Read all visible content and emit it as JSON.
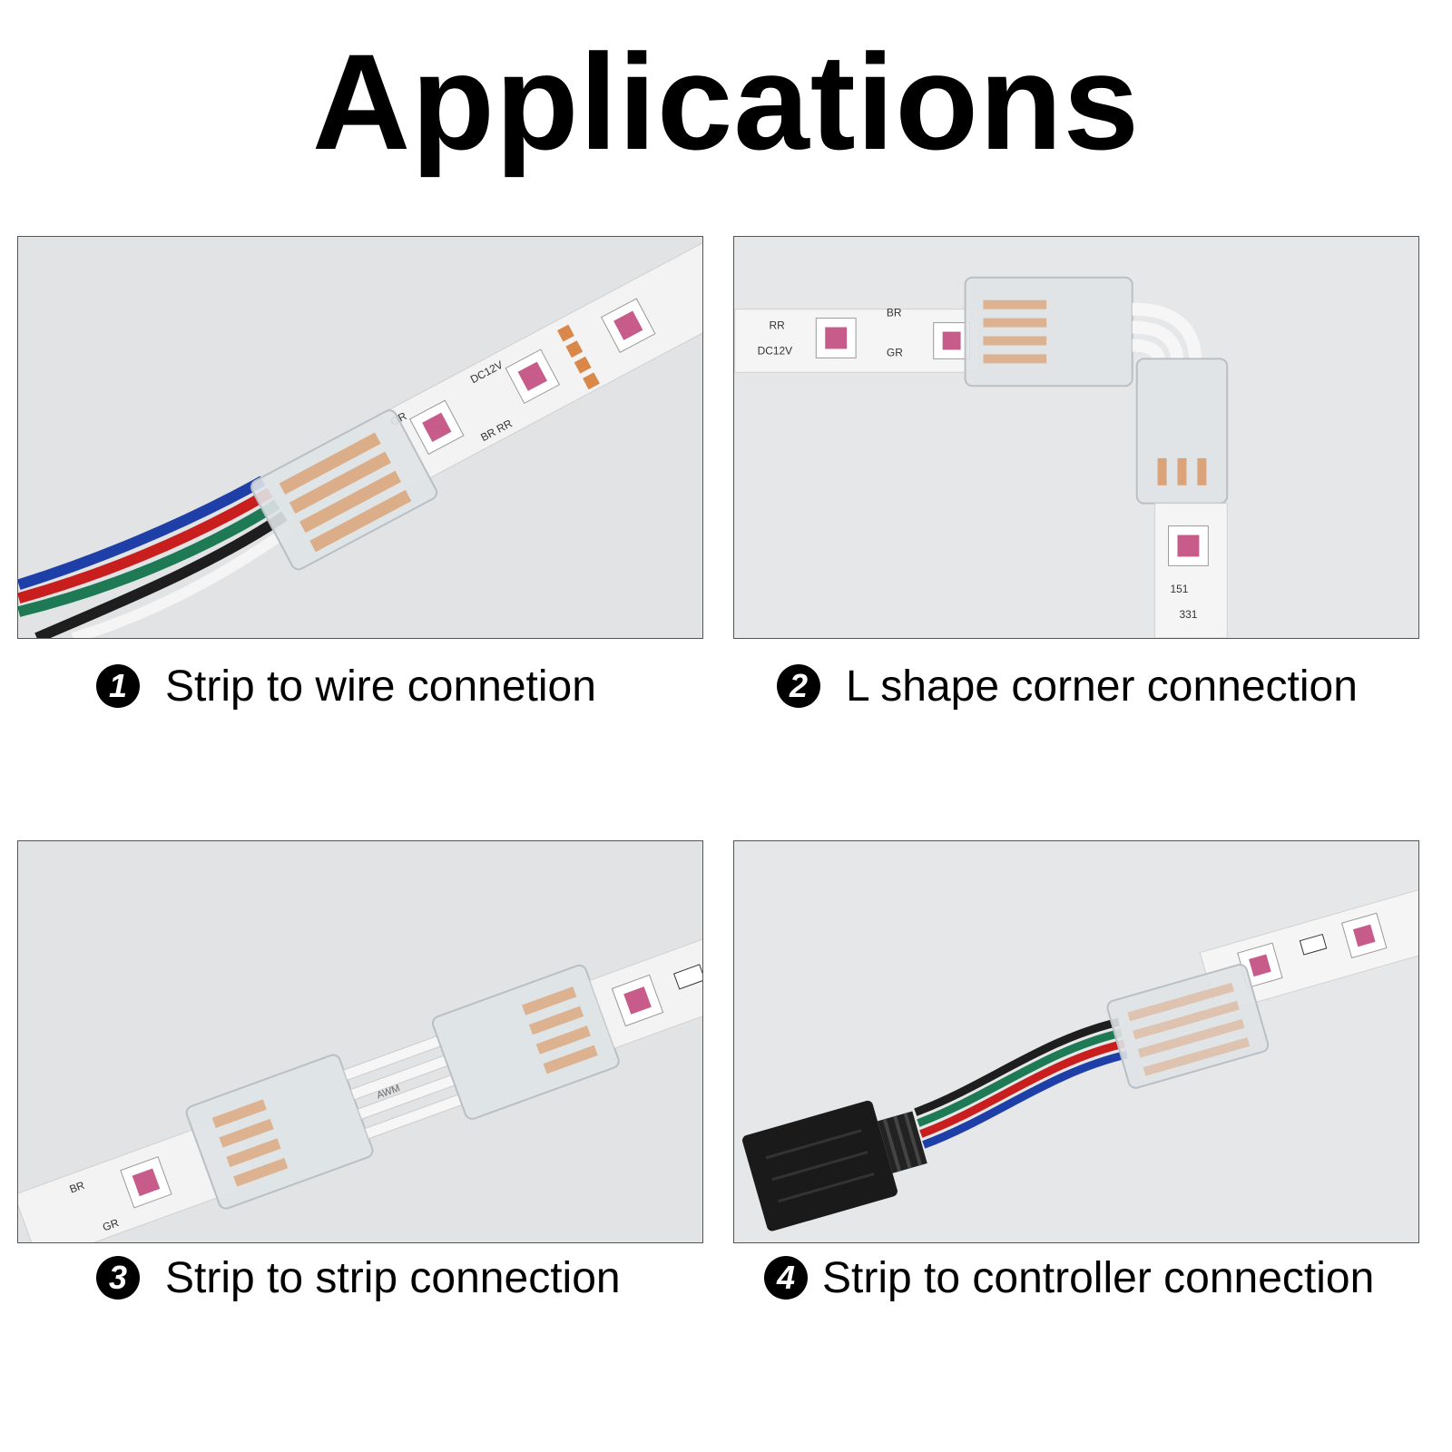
{
  "title": "Applications",
  "items": [
    {
      "number": "1",
      "caption": "Strip to wire connetion",
      "pcb_labels": [
        "BR",
        "GR",
        "RR",
        "DC12V"
      ]
    },
    {
      "number": "2",
      "caption": "L shape corner connection",
      "pcb_labels": [
        "RR",
        "DC12V",
        "BR",
        "GR",
        "151",
        "331"
      ]
    },
    {
      "number": "3",
      "caption": "Strip to strip connection",
      "pcb_labels": [
        "BR",
        "GR",
        "AWM"
      ]
    },
    {
      "number": "4",
      "caption": "Strip to controller connection",
      "pcb_labels": []
    }
  ],
  "colors": {
    "strip": "#f4f4f4",
    "connector": "#dfe3e6",
    "pin": "#d9884a",
    "wire_blue": "#1f3fa8",
    "wire_red": "#c81e1e",
    "wire_green": "#1e7a55",
    "wire_black": "#1e1e1e",
    "wire_white": "#f6f6f6",
    "plug": "#1a1a1a"
  }
}
